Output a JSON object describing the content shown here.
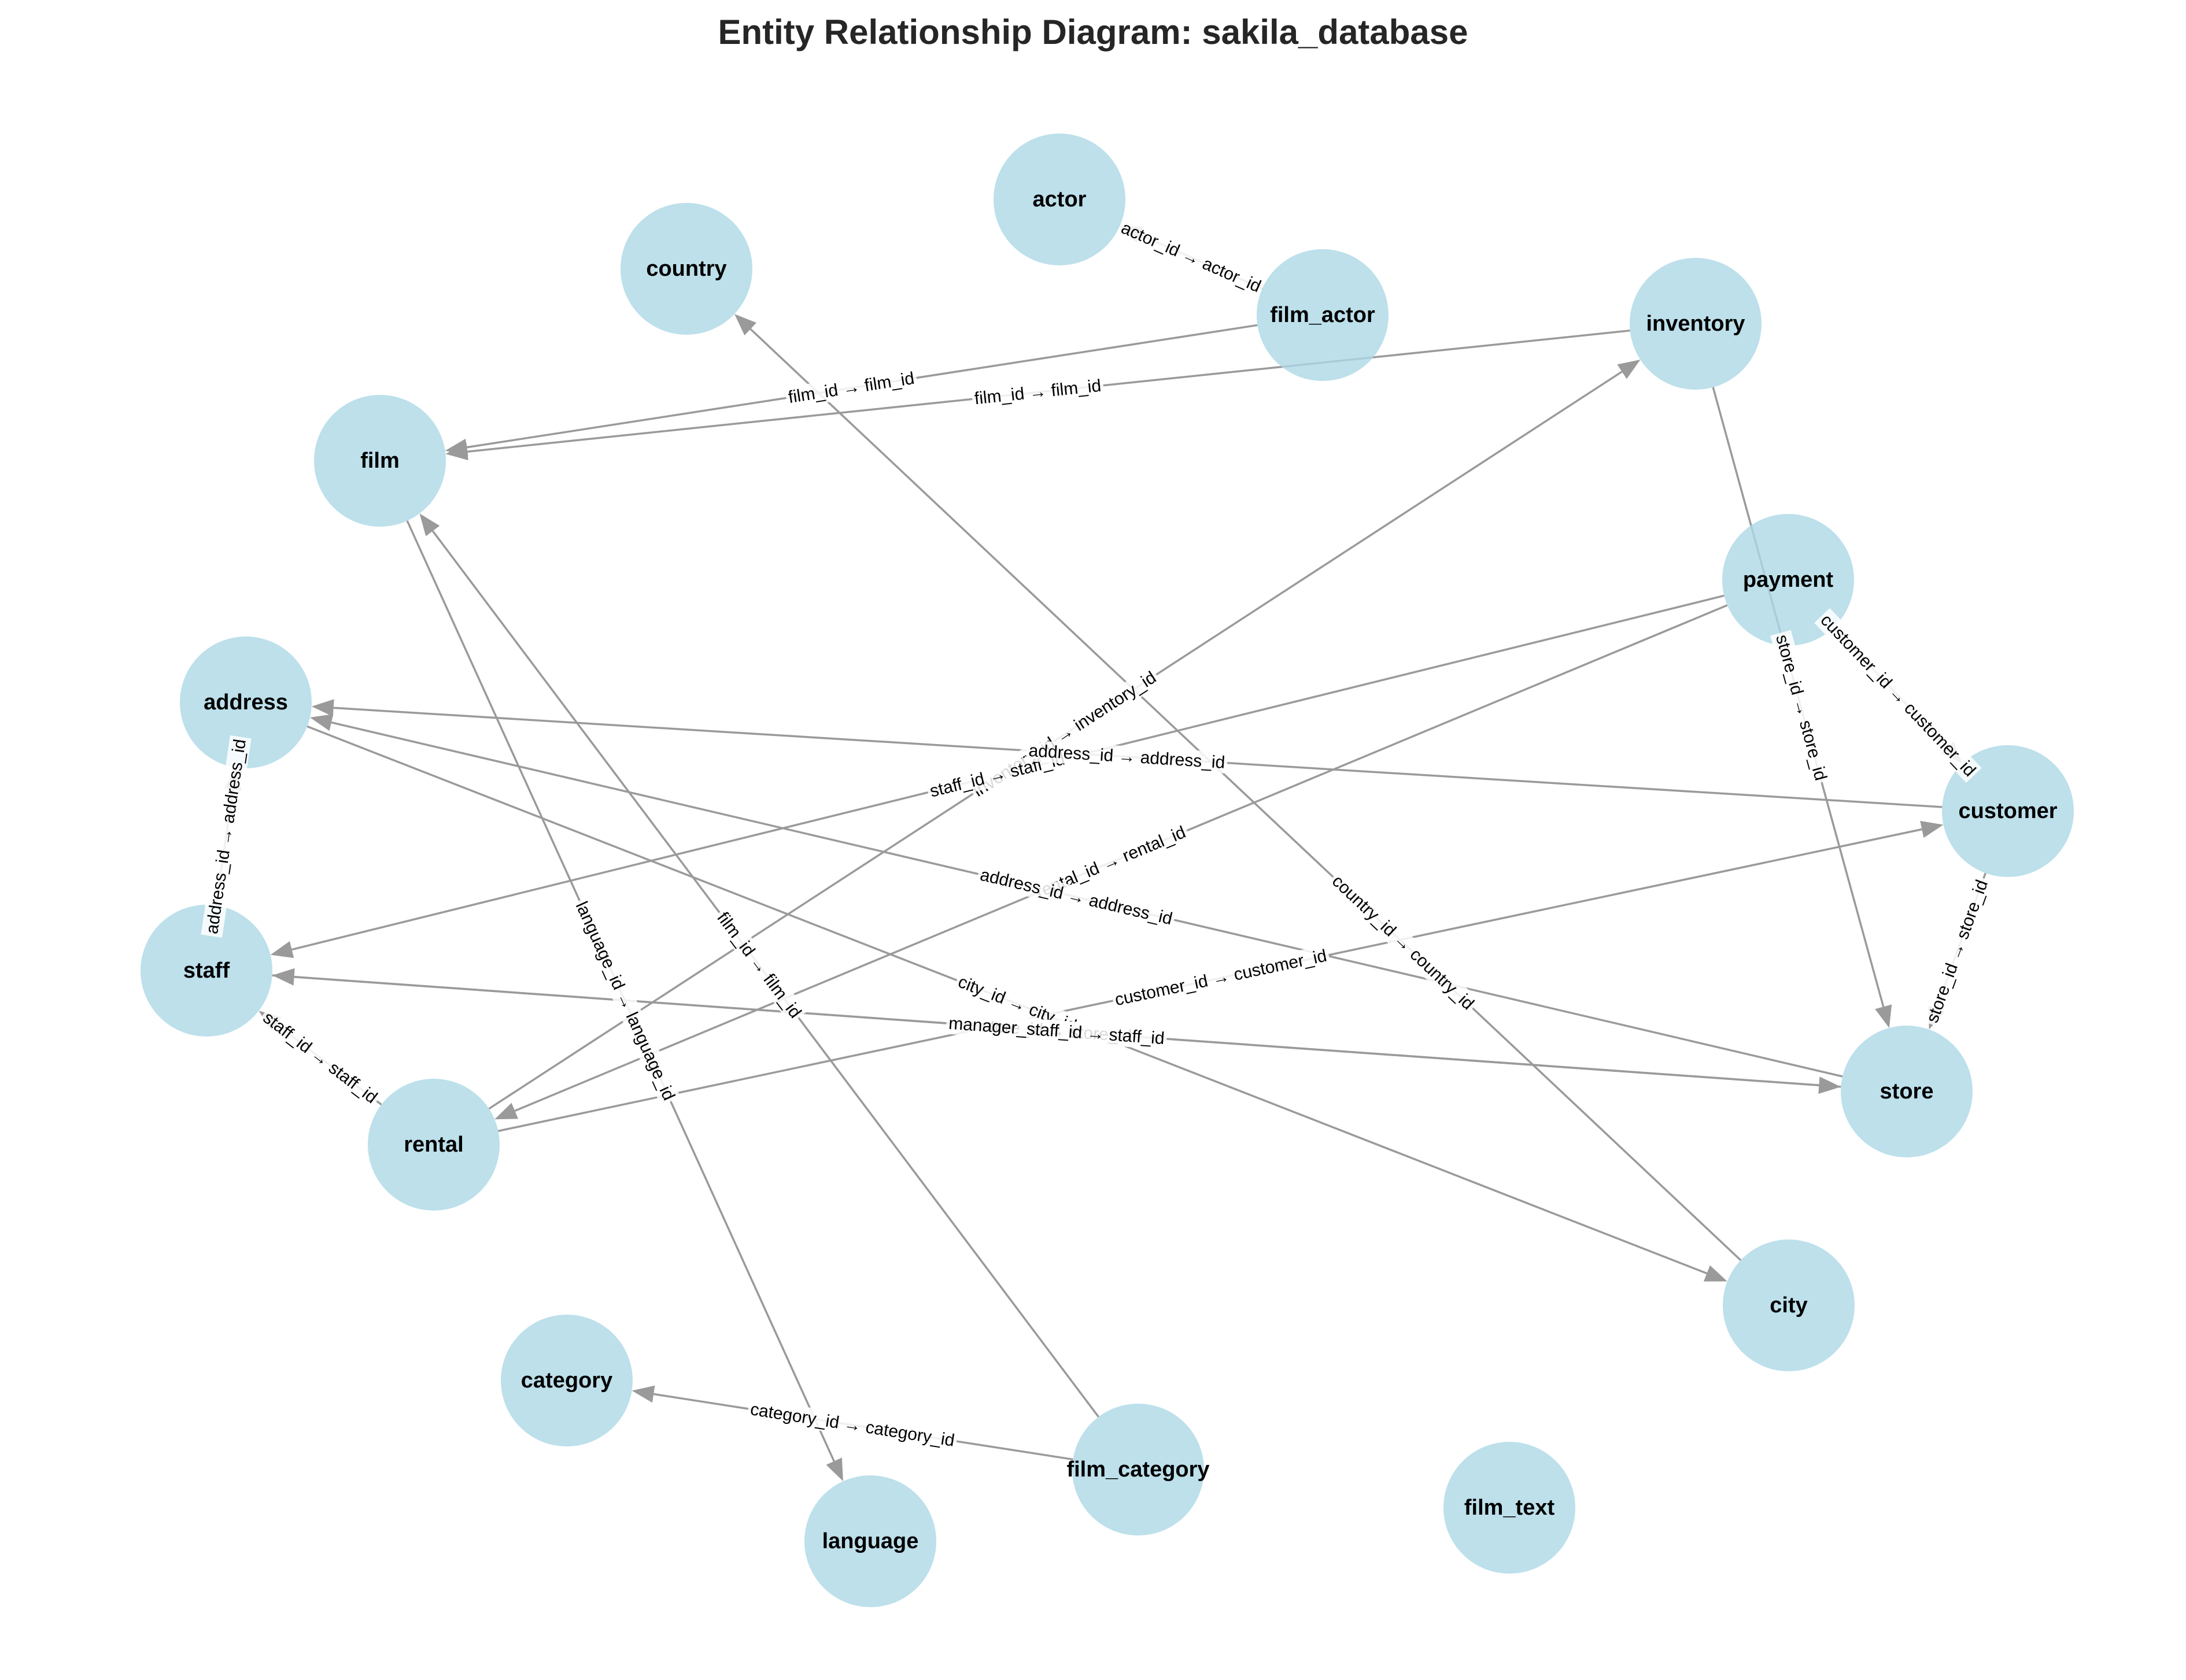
{
  "title": "Entity Relationship Diagram: sakila_database",
  "colors": {
    "node_fill": "#add8e6",
    "edge": "#9a9a9a",
    "title": "#262626"
  },
  "nodes": [
    {
      "id": "actor",
      "label": "actor"
    },
    {
      "id": "country",
      "label": "country"
    },
    {
      "id": "film_actor",
      "label": "film_actor"
    },
    {
      "id": "inventory",
      "label": "inventory"
    },
    {
      "id": "film",
      "label": "film"
    },
    {
      "id": "payment",
      "label": "payment"
    },
    {
      "id": "address",
      "label": "address"
    },
    {
      "id": "customer",
      "label": "customer"
    },
    {
      "id": "staff",
      "label": "staff"
    },
    {
      "id": "store",
      "label": "store"
    },
    {
      "id": "rental",
      "label": "rental"
    },
    {
      "id": "city",
      "label": "city"
    },
    {
      "id": "category",
      "label": "category"
    },
    {
      "id": "film_category",
      "label": "film_category"
    },
    {
      "id": "film_text",
      "label": "film_text"
    },
    {
      "id": "language",
      "label": "language"
    }
  ],
  "edges": [
    {
      "from": "film_actor",
      "to": "actor",
      "label": "actor_id → actor_id"
    },
    {
      "from": "film_actor",
      "to": "film",
      "label": "film_id → film_id"
    },
    {
      "from": "inventory",
      "to": "film",
      "label": "film_id → film_id"
    },
    {
      "from": "city",
      "to": "country",
      "label": "country_id → country_id"
    },
    {
      "from": "rental",
      "to": "inventory",
      "label": "inventory_id → inventory_id"
    },
    {
      "from": "payment",
      "to": "staff",
      "label": "staff_id → staff_id"
    },
    {
      "from": "payment",
      "to": "rental",
      "label": "rental_id → rental_id"
    },
    {
      "from": "payment",
      "to": "customer",
      "label": "customer_id → customer_id"
    },
    {
      "from": "inventory",
      "to": "store",
      "label": "store_id → store_id"
    },
    {
      "from": "customer",
      "to": "address",
      "label": "address_id → address_id"
    },
    {
      "from": "store",
      "to": "address",
      "label": "address_id → address_id"
    },
    {
      "from": "staff",
      "to": "address",
      "label": "address_id → address_id"
    },
    {
      "from": "address",
      "to": "city",
      "label": "city_id → city_id"
    },
    {
      "from": "customer",
      "to": "store",
      "label": "store_id → store_id"
    },
    {
      "from": "rental",
      "to": "customer",
      "label": "customer_id → customer_id"
    },
    {
      "from": "staff",
      "to": "store",
      "label": "store_id → store_id"
    },
    {
      "from": "store",
      "to": "staff",
      "label": "manager_staff_id → staff_id"
    },
    {
      "from": "rental",
      "to": "staff",
      "label": "staff_id → staff_id"
    },
    {
      "from": "film",
      "to": "language",
      "label": "language_id → language_id"
    },
    {
      "from": "film_category",
      "to": "film",
      "label": "film_id → film_id"
    },
    {
      "from": "film_category",
      "to": "category",
      "label": "category_id → category_id"
    }
  ]
}
